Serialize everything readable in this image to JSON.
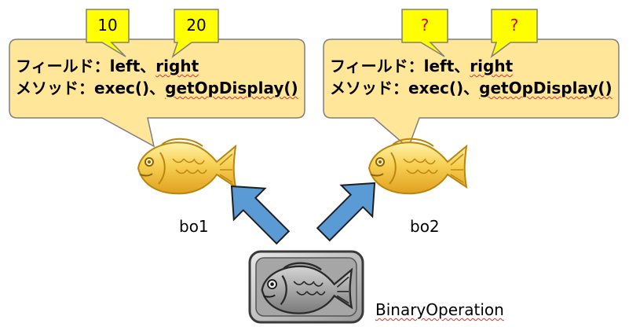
{
  "bubbles": [
    {
      "id": "bo1",
      "field_line": [
        "フィールド：",
        "left",
        "、",
        "right"
      ],
      "method_line": [
        "メソッド：",
        "exec()",
        "、",
        "getOpDisplay()"
      ],
      "tags": [
        "10",
        "20"
      ],
      "tag_color": "#000000",
      "caption": "bo1"
    },
    {
      "id": "bo2",
      "field_line": [
        "フィールド：",
        "left",
        "、",
        "right"
      ],
      "method_line": [
        "メソッド：",
        "exec()",
        "、",
        "getOpDisplay()"
      ],
      "tags": [
        "?",
        "?"
      ],
      "tag_color": "#e00000",
      "caption": "bo2"
    }
  ],
  "class_label": "BinaryOperation",
  "colors": {
    "bubble_fill": "#ffe699",
    "bubble_stroke": "#7f7f7f",
    "tag_fill": "#ffff00",
    "arrow_fill": "#5b9bd5",
    "arrow_stroke": "#1f1f1f",
    "fish_gold": "#f5c84a",
    "mold_fill": "#bfbfbf"
  },
  "icons": {
    "fish": "taiyaki-fish-icon",
    "mold": "taiyaki-mold-icon"
  }
}
